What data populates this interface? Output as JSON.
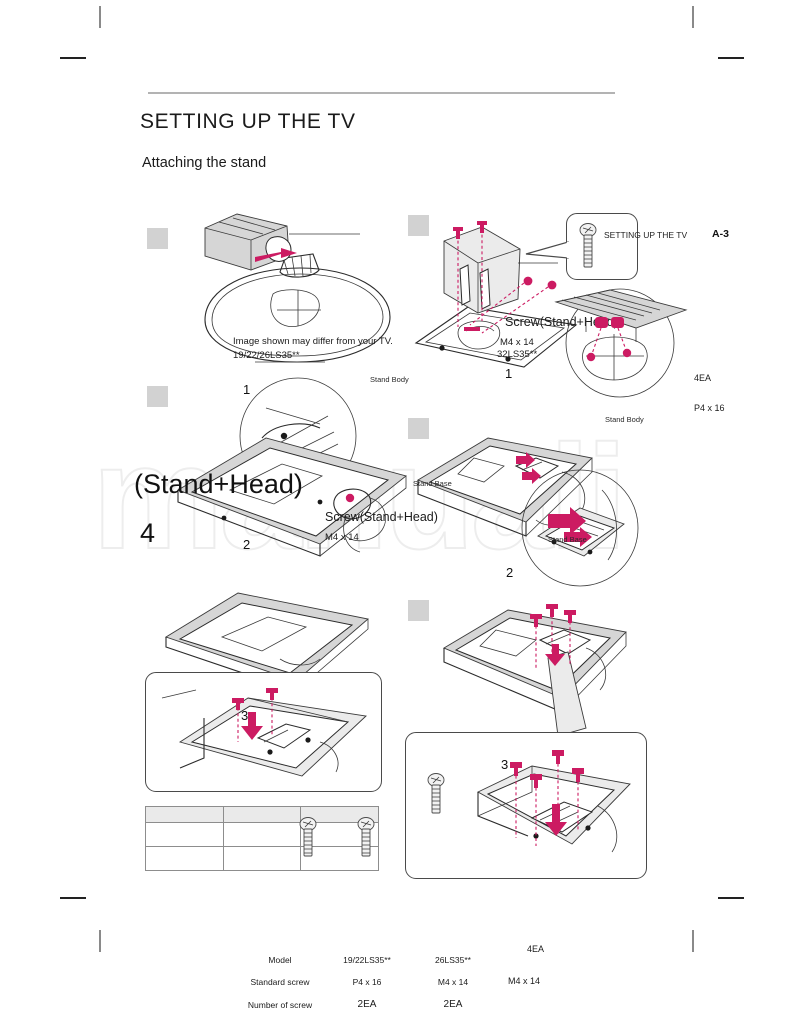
{
  "document": {
    "page_title": "SETTING UP THE TV",
    "section_subtitle": "Attaching the stand",
    "running_header": "SETTING UP THE TV",
    "page_number": "A-3",
    "watermark": "manuali"
  },
  "notes": {
    "image_disclaimer": "Image shown may differ from your TV.",
    "model_left": "19/22/26LS35**",
    "model_right": "32LS35**"
  },
  "labels": {
    "stand_body_1": "Stand Body",
    "stand_body_2": "Stand Body",
    "stand_base_1": "Stand Base",
    "stand_base_2": "Stand Base"
  },
  "callouts": {
    "screw_right_title": "Screw(Stand+Head)",
    "screw_right_spec": "M4 x 14",
    "screw_mid_title": "Screw(Stand+Head)",
    "screw_mid_spec": "M4 x 14",
    "overlay_stand_head": "(Stand+Head)",
    "overlay_count": "4",
    "qty_4ea_top": "4EA",
    "screw_p4x16": "P4 x 16",
    "qty_4ea_bottom": "4EA",
    "screw_m4x14_bottom": "M4 x 14"
  },
  "steps": {
    "left": [
      "1",
      "2",
      "3"
    ],
    "right": [
      "1",
      "2",
      "3"
    ]
  },
  "spec_table": {
    "rows": [
      {
        "key": "Model",
        "v1": "19/22LS35**",
        "v2": "26LS35**"
      },
      {
        "key": "Standard screw",
        "v1": "P4 x 16",
        "v2": "M4 x 14"
      },
      {
        "key": "Number of screw",
        "v1": "2EA",
        "v2": "2EA"
      }
    ]
  },
  "colors": {
    "accent_magenta": "#cc1b62",
    "rule_gray": "#b3b3b3",
    "marker_gray": "#d2d2d2",
    "table_header_gray": "#eaeaea"
  }
}
